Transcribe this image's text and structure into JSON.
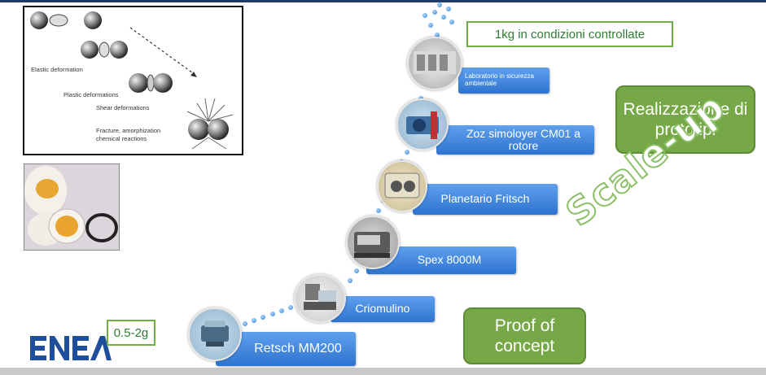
{
  "colors": {
    "green": "#70ad47",
    "green_fill": "#77a848",
    "blue_step": "#3a7fd8",
    "navy": "#1f3b63"
  },
  "mechanism_box": {
    "labels": [
      "Elastic deformation",
      "Plastic deformations",
      "Shear deformations",
      "Fracture, amorphization",
      "chemical reactions"
    ]
  },
  "logo": {
    "text": "ENEA"
  },
  "quantities": {
    "small": "0.5-2g",
    "large": "1kg in condizioni controllate"
  },
  "steps": [
    {
      "label": "Retsch MM200",
      "icon": "mixer-mill-icon"
    },
    {
      "label": "Criomulino",
      "icon": "cryomill-icon"
    },
    {
      "label": "Spex 8000M",
      "icon": "spex-mill-icon"
    },
    {
      "label": "Planetario  Fritsch",
      "icon": "planetary-mill-icon"
    },
    {
      "label": "Zoz simoloyer  CM01 a rotore",
      "icon": "rotor-mill-icon"
    },
    {
      "label": "Laboratorio in sicurezza ambientale",
      "icon": "lab-icon"
    }
  ],
  "stages": {
    "proof": "Proof of concept",
    "prototype": "Realizzazione di prototipi"
  },
  "scale_up": "Scale-up"
}
